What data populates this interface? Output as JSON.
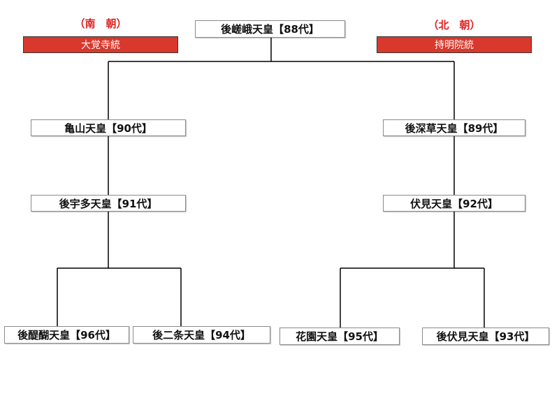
{
  "colors": {
    "heading_red": "#e02020",
    "bar_red": "#d8392c",
    "bar_text": "#ffffff",
    "line": "#000000"
  },
  "lineages": {
    "south": {
      "heading": "（南　朝）",
      "name": "大覚寺統"
    },
    "north": {
      "heading": "（北　朝）",
      "name": "持明院統"
    }
  },
  "emperors": {
    "gosaga": "後嵯峨天皇【88代】",
    "kameyama": "亀山天皇【90代】",
    "gofukakusa": "後深草天皇【89代】",
    "gouda": "後宇多天皇【91代】",
    "fushimi": "伏見天皇【92代】",
    "godaigo": "後醍醐天皇【96代】",
    "gonijo": "後二条天皇【94代】",
    "hanazono": "花園天皇【95代】",
    "gofushimi": "後伏見天皇【93代】"
  }
}
